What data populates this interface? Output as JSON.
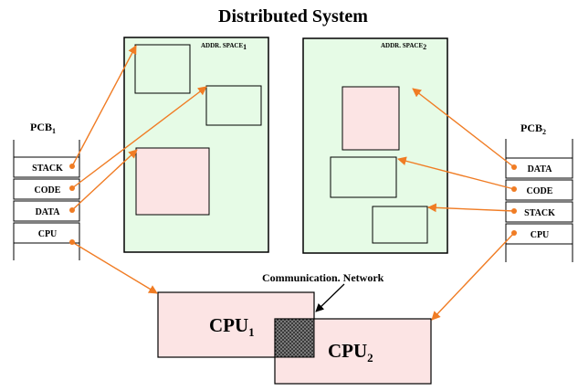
{
  "title": "Distributed System",
  "pcb1": {
    "label": "PCB",
    "sub": "1",
    "cells": [
      "STACK",
      "CODE",
      "DATA",
      "CPU"
    ]
  },
  "pcb2": {
    "label": "PCB",
    "sub": "2",
    "cells": [
      "DATA",
      "CODE",
      "STACK",
      "CPU"
    ]
  },
  "addr1": {
    "label": "ADDR. SPACE",
    "sub": "1"
  },
  "addr2": {
    "label": "ADDR. SPACE",
    "sub": "2"
  },
  "network_label": "Communication. Network",
  "cpu1": {
    "label": "CPU",
    "sub": "1"
  },
  "cpu2": {
    "label": "CPU",
    "sub": "2"
  },
  "colors": {
    "addr_space_fill": "#e6fbe6",
    "segment_green": "#e6fbe6",
    "segment_pink": "#fce4e4",
    "cpu_fill": "#fce4e4",
    "arrow": "#f07c24"
  }
}
